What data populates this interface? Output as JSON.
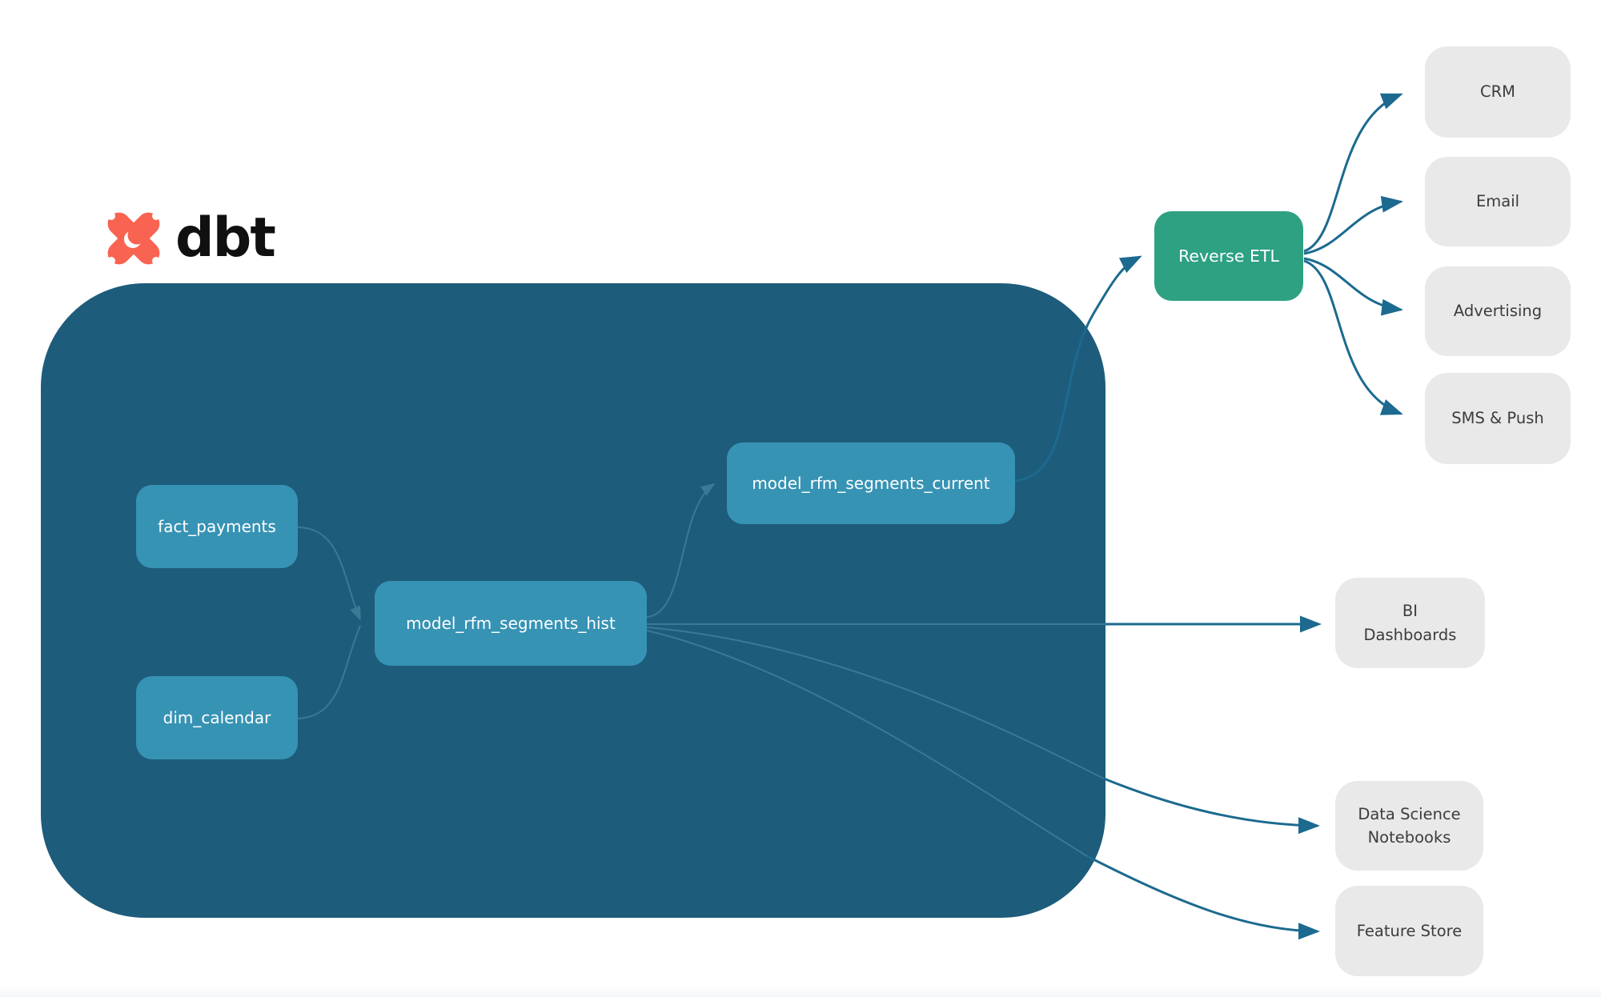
{
  "brand": {
    "name": "dbt",
    "icon": "dbt-logo-icon",
    "icon_color": "#F96352",
    "text_color": "#101010"
  },
  "palette": {
    "warehouse_background": "#1E5C7B",
    "model_node": "#3793B4",
    "reverse_etl_node": "#2EA183",
    "target_node": "#E9E9E9",
    "edge_dark": "#1C6A8F",
    "edge_light": "#3A7A96",
    "node_text_light": "#FFFFFF",
    "node_text_dark": "#3C3C3C"
  },
  "nodes": {
    "fact_payments": "fact_payments",
    "dim_calendar": "dim_calendar",
    "model_hist": "model_rfm_segments_hist",
    "model_current": "model_rfm_segments_current",
    "reverse_etl": "Reverse ETL",
    "crm": "CRM",
    "email": "Email",
    "advertising": "Advertising",
    "sms_push": "SMS & Push",
    "bi_dashboards": "BI Dashboards",
    "data_science_notebooks": "Data Science Notebooks",
    "feature_store": "Feature Store"
  },
  "edges": [
    {
      "from": "fact_payments",
      "to": "model_rfm_segments_hist"
    },
    {
      "from": "dim_calendar",
      "to": "model_rfm_segments_hist"
    },
    {
      "from": "model_rfm_segments_hist",
      "to": "model_rfm_segments_current"
    },
    {
      "from": "model_rfm_segments_hist",
      "to": "BI Dashboards"
    },
    {
      "from": "model_rfm_segments_hist",
      "to": "Data Science Notebooks"
    },
    {
      "from": "model_rfm_segments_hist",
      "to": "Feature Store"
    },
    {
      "from": "model_rfm_segments_current",
      "to": "Reverse ETL"
    },
    {
      "from": "Reverse ETL",
      "to": "CRM"
    },
    {
      "from": "Reverse ETL",
      "to": "Email"
    },
    {
      "from": "Reverse ETL",
      "to": "Advertising"
    },
    {
      "from": "Reverse ETL",
      "to": "SMS & Push"
    }
  ]
}
